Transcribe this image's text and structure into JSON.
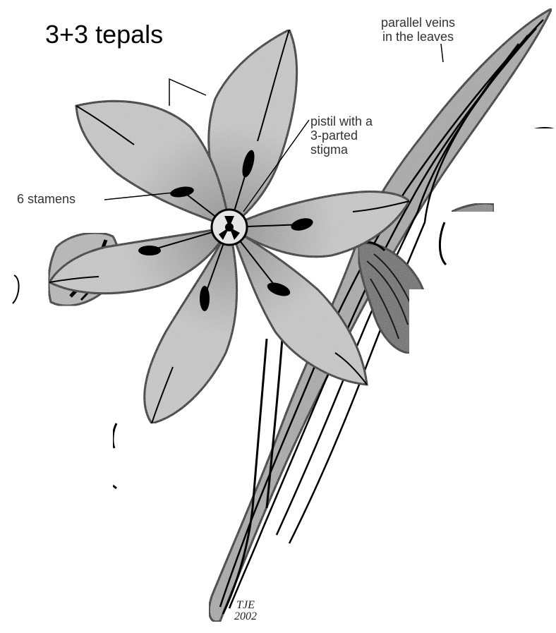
{
  "title": "3+3 tepals",
  "labels": {
    "veins_line1": "parallel veins",
    "veins_line2": "in the leaves",
    "pistil_line1": "pistil with a",
    "pistil_line2": "3-parted",
    "pistil_line3": "stigma",
    "stamens": "6 stamens"
  },
  "signature": {
    "line1": "TJE",
    "line2": "2002"
  }
}
